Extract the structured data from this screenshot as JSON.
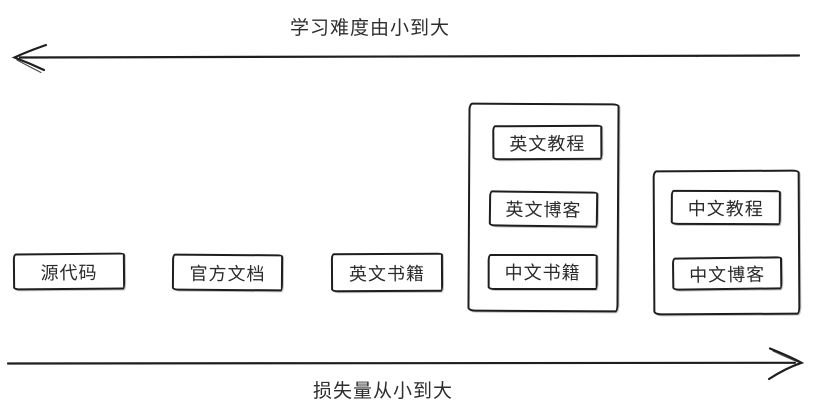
{
  "axes": {
    "top": {
      "label": "学习难度由小到大",
      "direction": "left"
    },
    "bottom": {
      "label": "损失量从小到大",
      "direction": "right"
    }
  },
  "boxes": [
    {
      "id": "source-code",
      "label": "源代码"
    },
    {
      "id": "official-docs",
      "label": "官方文档"
    },
    {
      "id": "english-books",
      "label": "英文书籍"
    }
  ],
  "groups": [
    {
      "id": "english-group",
      "items": [
        {
          "id": "english-tutorials",
          "label": "英文教程"
        },
        {
          "id": "english-blogs",
          "label": "英文博客"
        },
        {
          "id": "chinese-books",
          "label": "中文书籍"
        }
      ]
    },
    {
      "id": "chinese-group",
      "items": [
        {
          "id": "chinese-tutorials",
          "label": "中文教程"
        },
        {
          "id": "chinese-blogs",
          "label": "中文博客"
        }
      ]
    }
  ],
  "colors": {
    "stroke": "#1e1e1e",
    "background": "#ffffff"
  }
}
